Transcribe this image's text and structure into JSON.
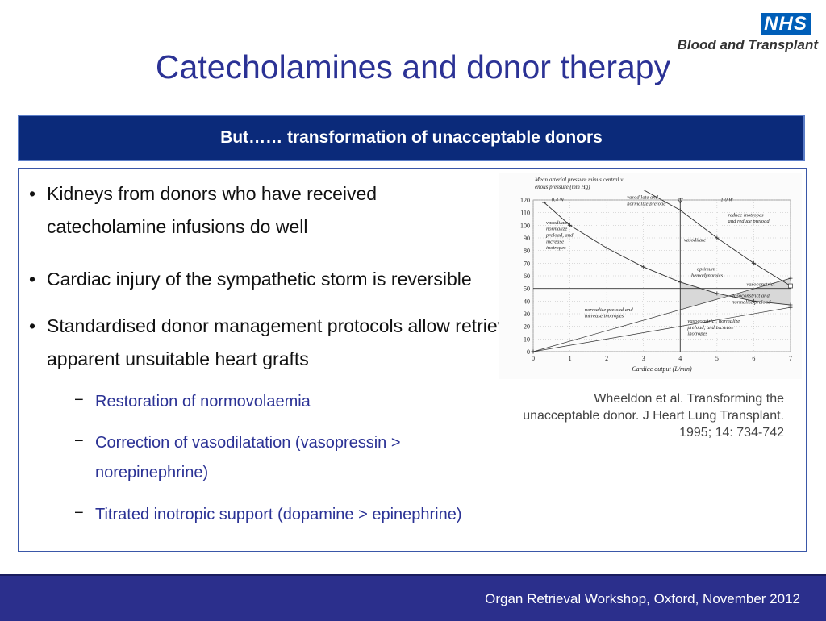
{
  "logo": {
    "nhs": "NHS",
    "org": "Blood and Transplant"
  },
  "title": "Catecholamines and donor therapy",
  "banner": "But…… transformation of unacceptable donors",
  "bullets": [
    "Kidneys from donors who have received catecholamine infusions do well",
    "Cardiac injury of the sympathetic storm is reversible",
    "Standardised donor management protocols allow retrieval of apparent unsuitable heart grafts"
  ],
  "sub_bullets": [
    "Restoration of  normovolaemia",
    "Correction of vasodilatation (vasopressin > norepinephrine)",
    "Titrated inotropic support (dopamine > epinephrine)"
  ],
  "bullet_symbol": "•",
  "dash_symbol": "−",
  "citation": "Wheeldon et al.  Transforming the unacceptable donor.  J Heart Lung Transplant.  1995; 14: 734-742",
  "footer": "Organ Retrieval Workshop, Oxford, November 2012",
  "colors": {
    "title": "#2b3295",
    "banner_bg": "#0b2a7a",
    "footer_bg": "#2b2f8c",
    "nhs_blue": "#005eb8"
  },
  "chart_data": {
    "type": "line",
    "ylabel": "Mean arterial pressure minus central venous pressure (mm Hg)",
    "xlabel": "Cardiac output (L/min)",
    "x_ticks": [
      "0",
      "1",
      "2",
      "3",
      "4",
      "5",
      "6",
      "7"
    ],
    "y_ticks": [
      "0",
      "10",
      "20",
      "30",
      "40",
      "50",
      "60",
      "70",
      "80",
      "90",
      "100",
      "110",
      "120"
    ],
    "xlim": [
      0,
      7
    ],
    "ylim": [
      0,
      120
    ],
    "series": [
      {
        "name": "0.4 W",
        "x": [
          0.3,
          1.0,
          2.0,
          3.0,
          4.0,
          5.0,
          6.0,
          7.0
        ],
        "y": [
          118,
          100,
          82,
          67,
          55,
          46,
          40,
          37
        ]
      },
      {
        "name": "1.0 W",
        "x": [
          3.0,
          4.0,
          5.0,
          6.0,
          7.0
        ],
        "y": [
          128,
          112,
          90,
          70,
          52
        ]
      },
      {
        "x": [
          0,
          7
        ],
        "y": [
          0,
          58
        ]
      },
      {
        "x": [
          0,
          7
        ],
        "y": [
          0,
          35
        ]
      }
    ],
    "vertical_lines": [
      4.0
    ],
    "horizontal_lines": [
      50
    ],
    "annotations": [
      {
        "text": "0.4 W",
        "x": 0.5,
        "y": 119
      },
      {
        "text": "vasodilate and",
        "x": 2.55,
        "y": 121
      },
      {
        "text": "normalize preload",
        "x": 2.55,
        "y": 116
      },
      {
        "text": "1.0 W",
        "x": 5.1,
        "y": 119
      },
      {
        "text": "reduce inotropes",
        "x": 5.3,
        "y": 107
      },
      {
        "text": "and reduce preload",
        "x": 5.3,
        "y": 102
      },
      {
        "text": "vasodilate,",
        "x": 0.35,
        "y": 101
      },
      {
        "text": "normalize",
        "x": 0.35,
        "y": 96
      },
      {
        "text": "preload, and",
        "x": 0.35,
        "y": 91
      },
      {
        "text": "increase",
        "x": 0.35,
        "y": 86
      },
      {
        "text": "inotropes",
        "x": 0.35,
        "y": 81
      },
      {
        "text": "vasodilate",
        "x": 4.1,
        "y": 87
      },
      {
        "text": "optimum",
        "x": 4.45,
        "y": 64
      },
      {
        "text": "hemodynamics",
        "x": 4.3,
        "y": 59
      },
      {
        "text": "vasoconstrict",
        "x": 5.8,
        "y": 52
      },
      {
        "text": "vasoconstrict and",
        "x": 5.4,
        "y": 43
      },
      {
        "text": "normalize preload",
        "x": 5.4,
        "y": 38
      },
      {
        "text": "normalize preload and",
        "x": 1.4,
        "y": 32
      },
      {
        "text": "increase inotropes",
        "x": 1.4,
        "y": 27
      },
      {
        "text": "vasoconstrict, normalize",
        "x": 4.2,
        "y": 23
      },
      {
        "text": "preload, and increase",
        "x": 4.2,
        "y": 18
      },
      {
        "text": "inotropes",
        "x": 4.2,
        "y": 13
      }
    ]
  }
}
